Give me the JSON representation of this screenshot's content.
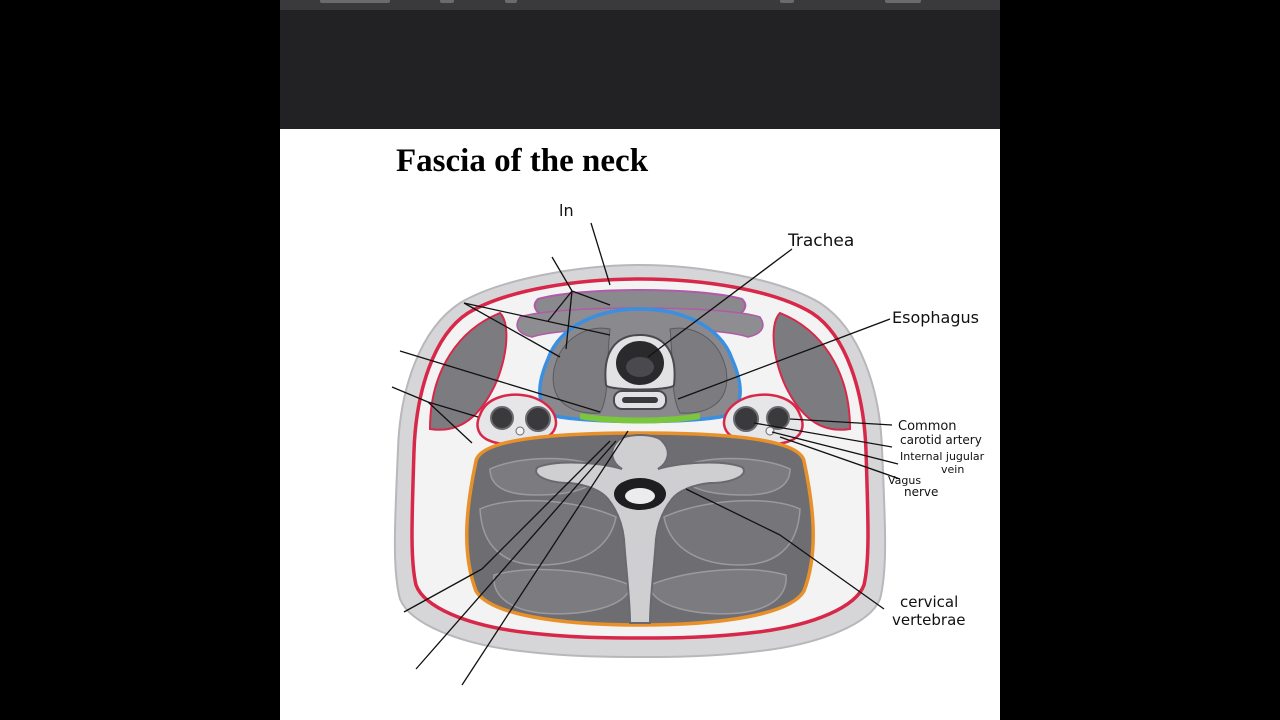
{
  "slide": {
    "title": "Fascia of the neck"
  },
  "labels": {
    "ln": "ln",
    "trachea": "Trachea",
    "esophagus": "Esophagus",
    "common_carotid_1": "Common",
    "common_carotid_2": "carotid artery",
    "internal_jugular_1": "Internal jugular",
    "internal_jugular_2": "vein",
    "vagus_1": "Vagus",
    "vagus_2": "nerve",
    "cervical_1": "cervical",
    "cervical_2": "vertebrae"
  },
  "colors": {
    "investing_fascia": "#d8284a",
    "pretracheal_fascia": "#3a8fe0",
    "prevertebral_fascia": "#e8902a",
    "buccopharyngeal_fascia": "#7ac63c",
    "muscle": "#7c7c80",
    "skin": "#d6d6d8"
  }
}
